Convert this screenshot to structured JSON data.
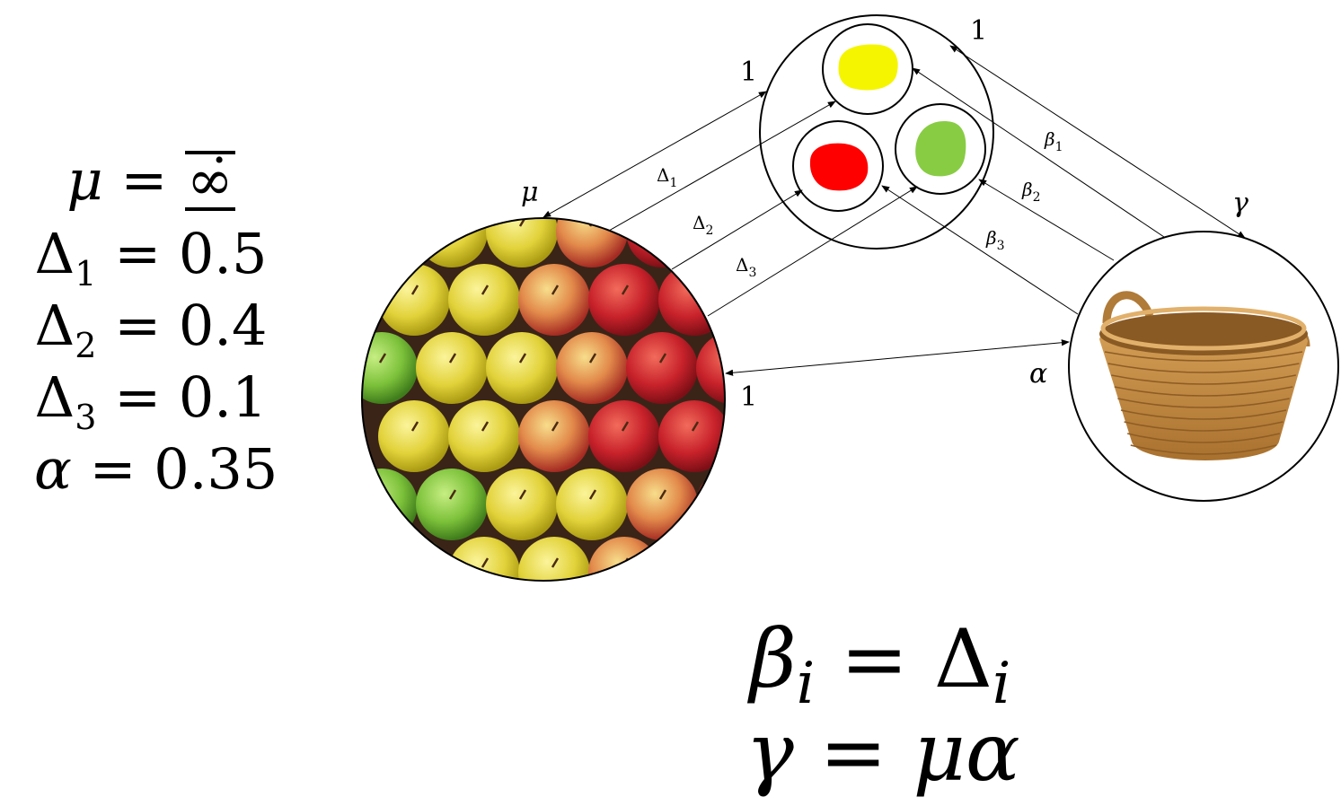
{
  "parameters": {
    "mu": {
      "symbol": "μ",
      "value": "∞̇"
    },
    "delta1": {
      "symbol": "Δ",
      "sub": "1",
      "value": "0.5"
    },
    "delta2": {
      "symbol": "Δ",
      "sub": "2",
      "value": "0.4"
    },
    "delta3": {
      "symbol": "Δ",
      "sub": "3",
      "value": "0.1"
    },
    "alpha": {
      "symbol": "α",
      "value": "0.35"
    }
  },
  "relations": {
    "beta": {
      "lhs": "β",
      "lhs_sub": "i",
      "rhs": "Δ",
      "rhs_sub": "i"
    },
    "gamma": {
      "lhs": "γ",
      "rhs": "μα"
    }
  },
  "edge_labels": {
    "mu": "μ",
    "one_mu_to_sorter": "1",
    "one_sorter_to_basket": "1",
    "one_basket_to_apples": "1",
    "gamma": "γ",
    "alpha": "α",
    "delta_symbol": "Δ",
    "beta_symbol": "β",
    "delta_subs": [
      "1",
      "2",
      "3"
    ],
    "beta_subs": [
      "1",
      "2",
      "3"
    ]
  },
  "nodes": {
    "apples_pile": "apple-pile-image",
    "sorter": "color-sorter",
    "basket": "wicker-basket-image",
    "bins": [
      {
        "name": "yellow-bin",
        "color": "#f5f500"
      },
      {
        "name": "red-bin",
        "color": "#ff0000"
      },
      {
        "name": "green-bin",
        "color": "#88cc44"
      }
    ]
  }
}
